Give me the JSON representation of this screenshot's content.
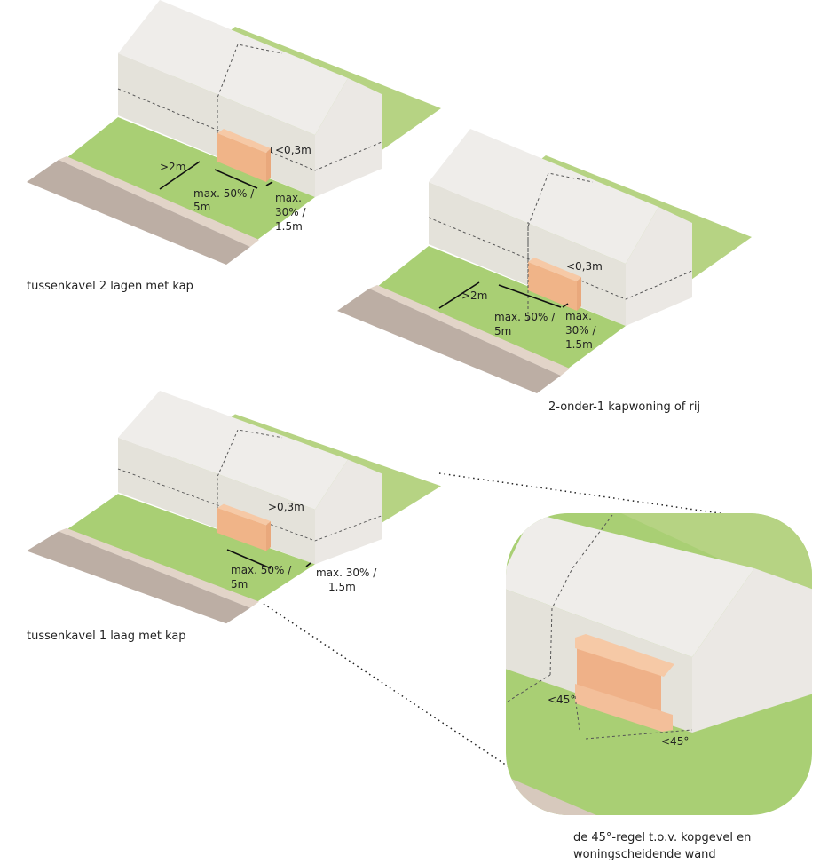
{
  "scenes": [
    {
      "caption": "tussenkavel 2 lagen met kap",
      "labels": {
        "setback": ">2m",
        "width": "max. 50% /",
        "width2": "5m",
        "depth": "max.",
        "depth2": "30% /",
        "depth3": "1.5m",
        "height": "<0,3m"
      }
    },
    {
      "caption": "2-onder-1 kapwoning of rij",
      "labels": {
        "setback": ">2m",
        "width": "max. 50% /",
        "width2": "5m",
        "depth": "max.",
        "depth2": "30% /",
        "depth3": "1.5m",
        "height": "<0,3m"
      }
    },
    {
      "caption": "tussenkavel 1 laag met kap",
      "labels": {
        "width": "max. 50% /",
        "width2": "5m",
        "depth": "max. 30% /",
        "depth2": "1.5m",
        "height": ">0,3m"
      }
    }
  ],
  "detail": {
    "caption_line1": "de 45°-regel t.o.v. kopgevel en",
    "caption_line2": "woningscheidende wand",
    "angle_left": "<45°",
    "angle_right": "<45°"
  },
  "colors": {
    "lawn": "#a9cf74",
    "lawn_back": "#b6d383",
    "wall": "#e4e2da",
    "roof": "#efedea",
    "gable": "#eceae6",
    "extension": "#f2b990",
    "road": "#bcaea4",
    "curb": "#e2d4c8"
  }
}
